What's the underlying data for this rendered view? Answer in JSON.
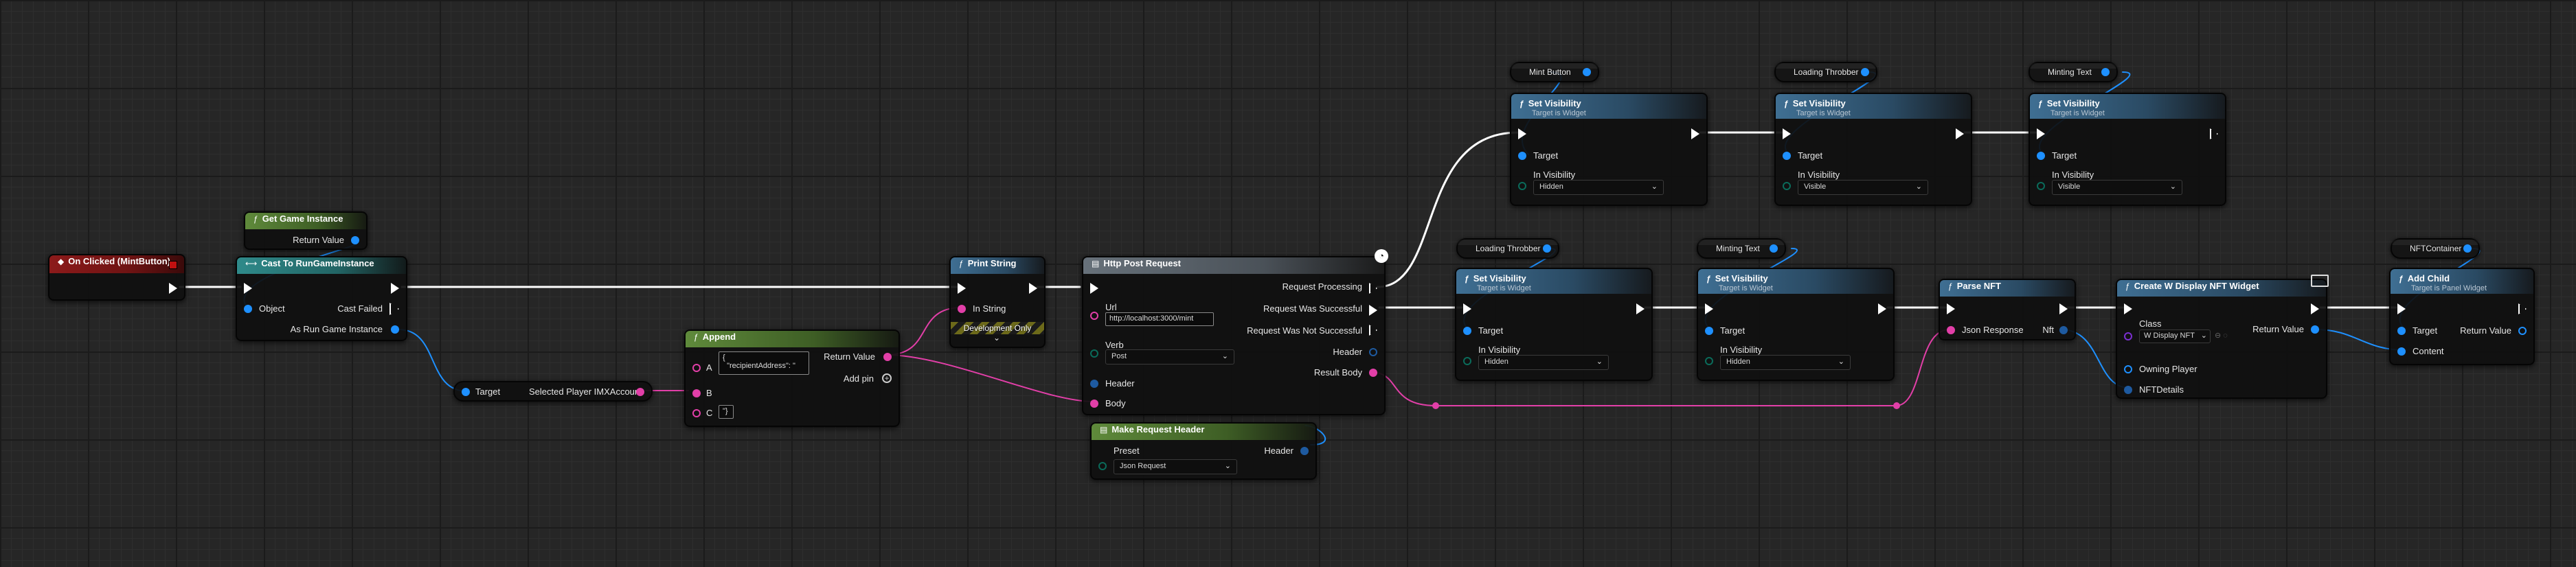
{
  "nodes": {
    "on_clicked": {
      "title": "On Clicked (MintButton)"
    },
    "get_game_instance": {
      "title": "Get Game Instance",
      "return_value": "Return Value"
    },
    "cast": {
      "title": "Cast To RunGameInstance",
      "object": "Object",
      "cast_failed": "Cast Failed",
      "as_run": "As Run Game Instance"
    },
    "selected_player": {
      "target": "Target",
      "label": "Selected Player IMXAccount"
    },
    "append": {
      "title": "Append",
      "a": "A",
      "a_value": "{\n  \"recipientAddress\": \"",
      "b": "B",
      "c": "C",
      "c_value": "\"}",
      "return_value": "Return Value",
      "add_pin": "Add pin"
    },
    "print_string": {
      "title": "Print String",
      "in_string": "In String",
      "dev_only": "Development Only"
    },
    "http_post": {
      "title": "Http Post Request",
      "url": "Url",
      "url_value": "http://localhost:3000/mint",
      "verb": "Verb",
      "verb_value": "Post",
      "header": "Header",
      "body": "Body",
      "req_processing": "Request Processing",
      "req_success": "Request Was Successful",
      "req_fail": "Request Was Not Successful",
      "header_out": "Header",
      "result_body": "Result Body"
    },
    "make_header": {
      "title": "Make Request Header",
      "preset": "Preset",
      "preset_value": "Json Request",
      "header": "Header"
    },
    "sv_mint": {
      "var": "Mint Button",
      "title": "Set Visibility",
      "sub": "Target is Widget",
      "target": "Target",
      "in_vis": "In Visibility",
      "value": "Hidden"
    },
    "sv_throbber_top": {
      "var": "Loading Throbber",
      "title": "Set Visibility",
      "sub": "Target is Widget",
      "target": "Target",
      "in_vis": "In Visibility",
      "value": "Visible"
    },
    "sv_minting_top": {
      "var": "Minting Text",
      "title": "Set Visibility",
      "sub": "Target is Widget",
      "target": "Target",
      "in_vis": "In Visibility",
      "value": "Visible"
    },
    "sv_throbber_bot": {
      "var": "Loading Throbber",
      "title": "Set Visibility",
      "sub": "Target is Widget",
      "target": "Target",
      "in_vis": "In Visibility",
      "value": "Hidden"
    },
    "sv_minting_bot": {
      "var": "Minting Text",
      "title": "Set Visibility",
      "sub": "Target is Widget",
      "target": "Target",
      "in_vis": "In Visibility",
      "value": "Hidden"
    },
    "parse_nft": {
      "title": "Parse NFT",
      "json": "Json Response",
      "nft": "Nft"
    },
    "create_widget": {
      "title": "Create W Display NFT Widget",
      "class": "Class",
      "class_value": "W Display NFT",
      "owning": "Owning Player",
      "nftdetails": "NFTDetails",
      "return_value": "Return Value"
    },
    "add_child": {
      "var": "NFTContainer",
      "title": "Add Child",
      "sub": "Target is Panel Widget",
      "target": "Target",
      "content": "Content",
      "return_value": "Return Value"
    }
  },
  "colors": {
    "exec": "#ffffff",
    "object": "#1e90ff",
    "string": "#e23fa8",
    "struct": "#1e5aa0",
    "enum": "#0a6b5a",
    "class": "#7b2fd1"
  }
}
